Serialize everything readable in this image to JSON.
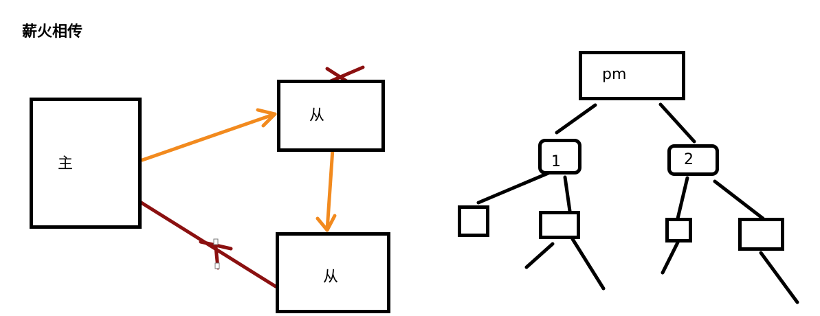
{
  "title": "薪火相传",
  "colors": {
    "line": "#000000",
    "arrow": "#f28a1e",
    "cross": "#8b1010"
  },
  "left": {
    "master_label": "主",
    "slave1_label": "从",
    "slave2_label": "从"
  },
  "right": {
    "root_label": "pm",
    "child1_label": "1",
    "child2_label": "2"
  }
}
